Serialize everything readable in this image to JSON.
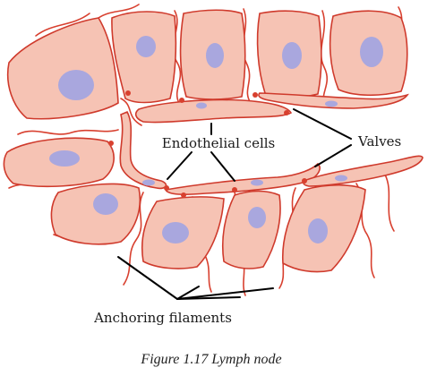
{
  "labels": {
    "endothelial": "Endothelial cells",
    "valves": "Valves",
    "anchoring": "Anchoring filaments"
  },
  "caption": "Figure 1.17 Lymph node",
  "colors": {
    "cell_fill": "#f6c3b4",
    "cell_outline": "#cf3a2c",
    "nucleus": "#a9a7de",
    "filament": "#d8402f",
    "pointer": "#000000"
  }
}
